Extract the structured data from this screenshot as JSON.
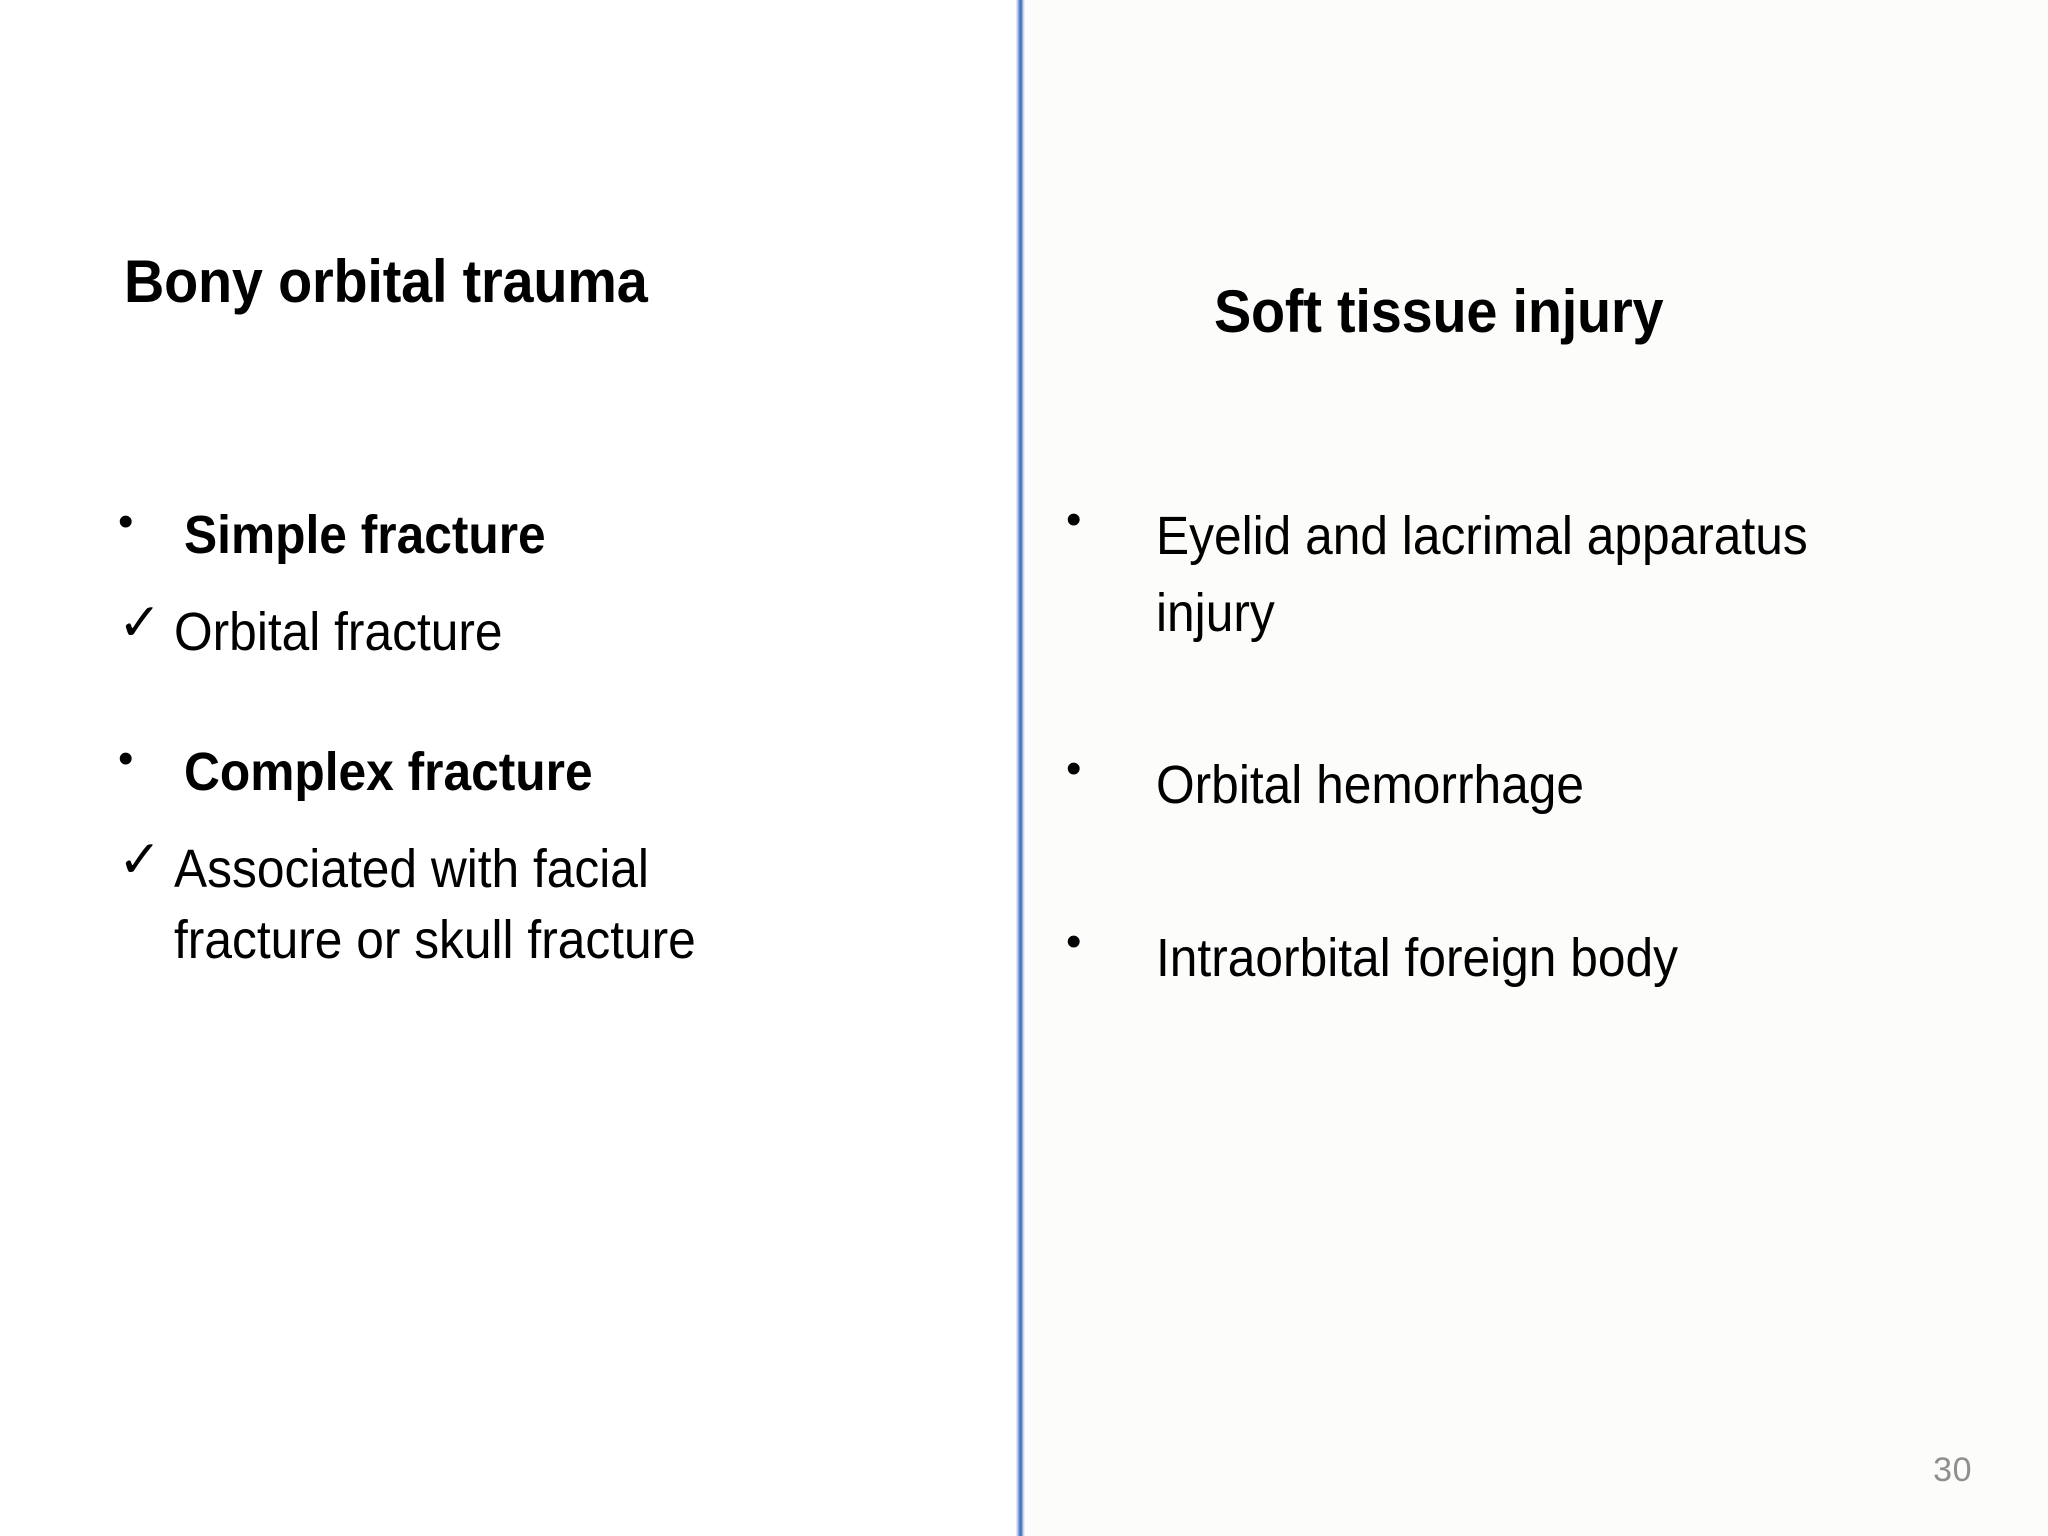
{
  "slide": {
    "page_number": "30",
    "divider_color": "#4a7cc2",
    "left_background": "#ffffff",
    "right_background": "#fcfdfa",
    "page_number_color": "#8f8f8f"
  },
  "left_column": {
    "heading": "Bony orbital trauma",
    "items": [
      {
        "marker": "bullet-dot",
        "marker_glyph": "•",
        "text": "Simple fracture",
        "bold": true
      },
      {
        "marker": "check-mark",
        "marker_glyph": "✓",
        "text": "Orbital fracture",
        "bold": false
      },
      {
        "marker": "bullet-dot",
        "marker_glyph": "•",
        "text": "Complex fracture",
        "bold": true
      },
      {
        "marker": "check-mark",
        "marker_glyph": "✓",
        "text": "Associated with facial fracture or skull fracture",
        "bold": false
      }
    ]
  },
  "right_column": {
    "heading": "Soft tissue injury",
    "items": [
      {
        "marker": "bullet-dot",
        "marker_glyph": "•",
        "text": "Eyelid and lacrimal apparatus injury",
        "bold": false
      },
      {
        "marker": "bullet-dot",
        "marker_glyph": "•",
        "text": "Orbital hemorrhage",
        "bold": false
      },
      {
        "marker": "bullet-dot",
        "marker_glyph": "•",
        "text": "Intraorbital foreign body",
        "bold": false
      }
    ]
  }
}
